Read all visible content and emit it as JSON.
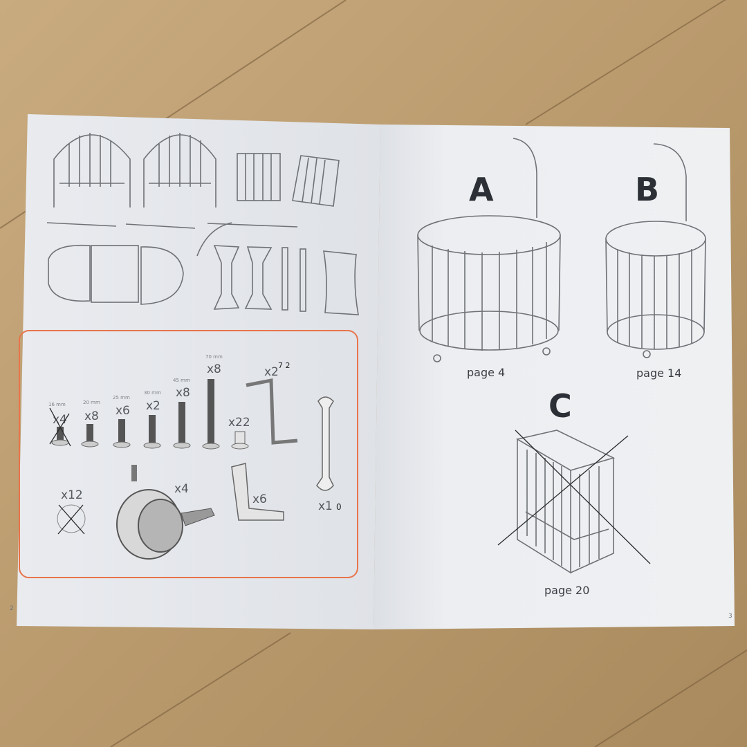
{
  "left_page": {
    "page_number": "2",
    "hardware_box": {
      "accent_color": "#e8744a",
      "items": [
        {
          "size": "16 mm",
          "qty": "x4",
          "crossed_out": true
        },
        {
          "size": "20 mm",
          "qty": "x8"
        },
        {
          "size": "25 mm",
          "qty": "x6"
        },
        {
          "size": "30 mm",
          "qty": "x2"
        },
        {
          "size": "45 mm",
          "qty": "x8"
        },
        {
          "size": "70 mm",
          "qty": "x8"
        }
      ],
      "sleeve_qty": "x22",
      "allen_key_qty": "x2",
      "allen_key_handwritten": "7 2",
      "cap_qty": "x12",
      "caster_qty": "x4",
      "bracket_qty": "x6",
      "wrench_qty": "x1",
      "wrench_handwritten": "0"
    }
  },
  "right_page": {
    "page_number": "3",
    "options": [
      {
        "letter": "A",
        "caption": "page 4"
      },
      {
        "letter": "B",
        "caption": "page 14"
      },
      {
        "letter": "C",
        "caption": "page 20"
      }
    ]
  }
}
